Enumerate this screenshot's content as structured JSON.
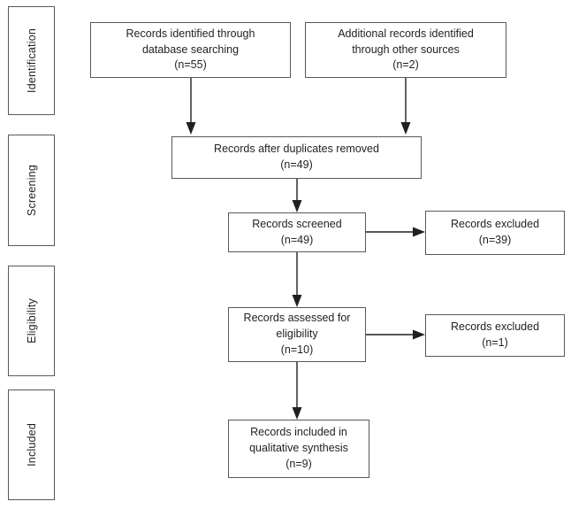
{
  "diagram": {
    "type": "prisma-flow-diagram",
    "stages": [
      {
        "id": "identification",
        "label": "Identification"
      },
      {
        "id": "screening",
        "label": "Screening"
      },
      {
        "id": "eligibility",
        "label": "Eligibility"
      },
      {
        "id": "included",
        "label": "Included"
      }
    ],
    "boxes": [
      {
        "id": "records-identified-database",
        "lines": [
          "Records identified through",
          "database searching",
          "(n=55)"
        ],
        "count": 55
      },
      {
        "id": "additional-records-other-sources",
        "lines": [
          "Additional records identified",
          "through other sources",
          "(n=2)"
        ],
        "count": 2
      },
      {
        "id": "records-after-duplicates-removed",
        "lines": [
          "Records after duplicates removed",
          "(n=49)"
        ],
        "count": 49
      },
      {
        "id": "records-screened",
        "lines": [
          "Records screened",
          "(n=49)"
        ],
        "count": 49
      },
      {
        "id": "records-excluded-screening",
        "lines": [
          "Records excluded",
          "(n=39)"
        ],
        "count": 39
      },
      {
        "id": "records-assessed-eligibility",
        "lines": [
          "Records assessed for",
          "eligibility",
          "(n=10)"
        ],
        "count": 10
      },
      {
        "id": "records-excluded-eligibility",
        "lines": [
          "Records excluded",
          "(n=1)"
        ],
        "count": 1
      },
      {
        "id": "records-included-qualitative-synthesis",
        "lines": [
          "Records included in",
          "qualitative synthesis",
          "(n=9)"
        ],
        "count": 9
      }
    ],
    "colors": {
      "border": "#58595b",
      "text": "#231f20",
      "connector": "#231f20",
      "background": "#ffffff"
    }
  }
}
